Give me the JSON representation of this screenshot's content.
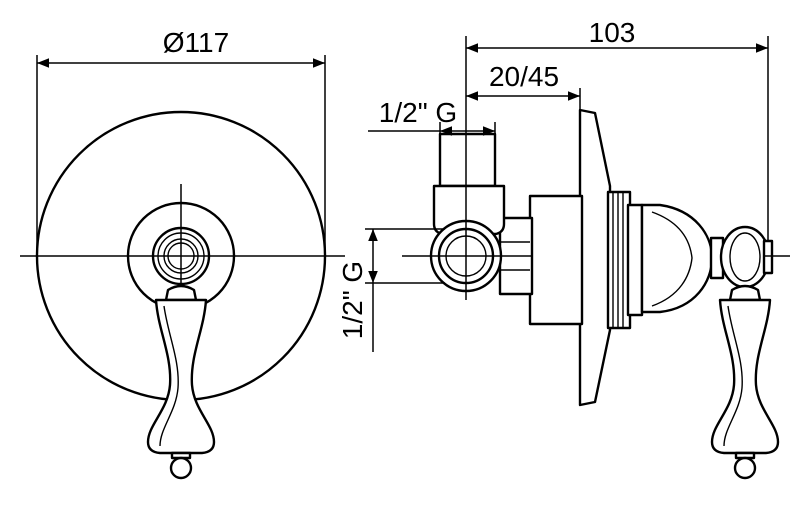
{
  "drawing": {
    "dimensions": {
      "escutcheon_diameter": "Ø117",
      "overall_depth": "103",
      "wall_depth_range": "20/45",
      "inlet_thread_top": "1/2\" G",
      "inlet_thread_side": "1/2\" G"
    }
  }
}
